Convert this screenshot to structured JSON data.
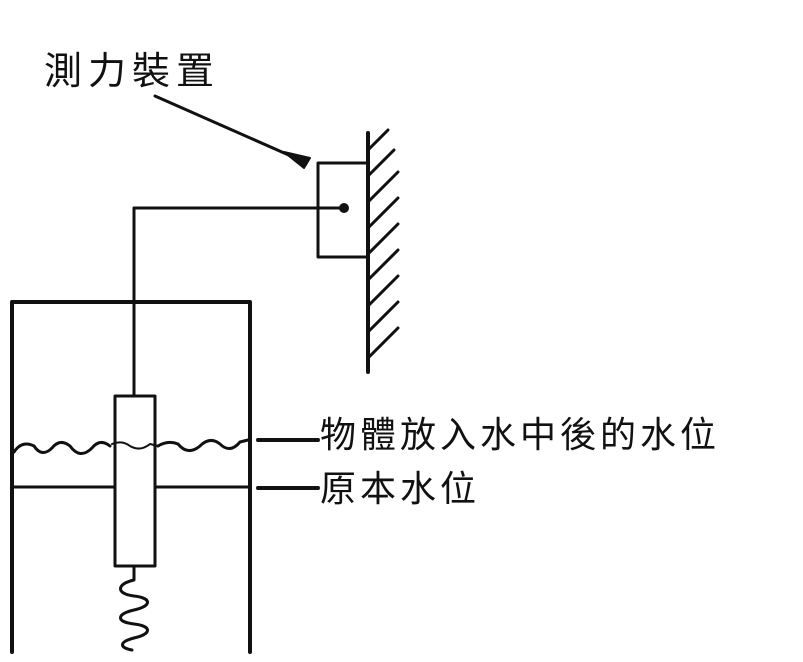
{
  "labels": {
    "force_device": "測力裝置",
    "water_level_after": "物體放入水中後的水位",
    "original_water_level": "原本水位"
  },
  "colors": {
    "ink": "#111111",
    "background": "#ffffff"
  }
}
